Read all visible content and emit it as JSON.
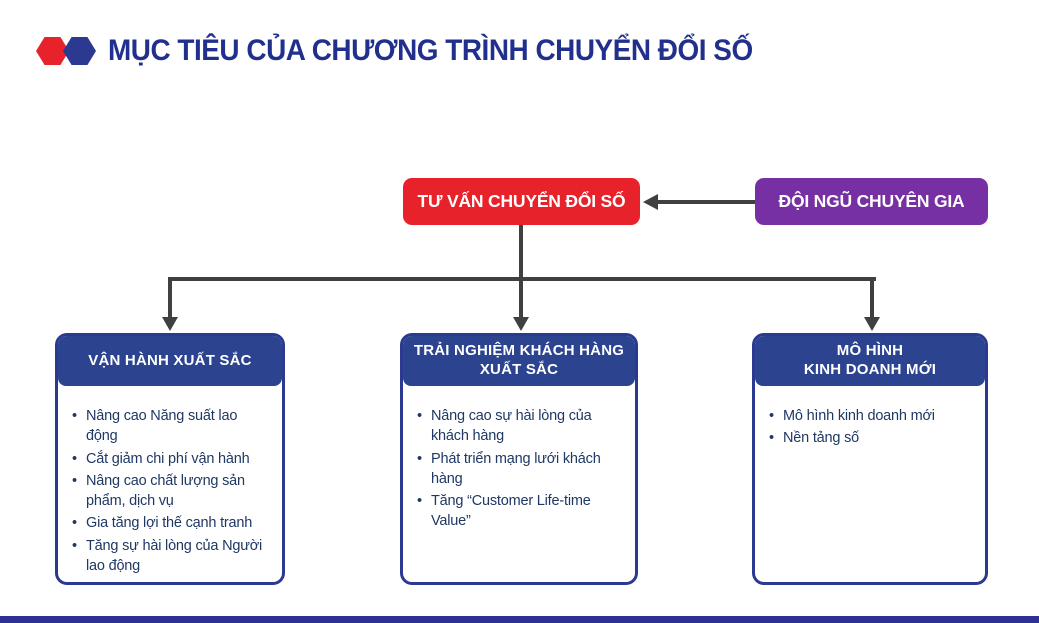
{
  "title": {
    "text": "MỤC TIÊU CỦA CHƯƠNG TRÌNH CHUYỂN ĐỔI SỐ"
  },
  "icons": {
    "red_hexagon": "hexagon-shape",
    "blue_hexagon": "hexagon-shape"
  },
  "top_boxes": {
    "consulting": "TƯ VẤN CHUYỂN ĐỔI SỐ",
    "experts": "ĐỘI NGŨ CHUYÊN GIA"
  },
  "columns": [
    {
      "title": "VẬN HÀNH XUẤT SẮC",
      "bullets": [
        "Nâng cao Năng suất lao động",
        "Cắt giảm chi phí vận hành",
        "Nâng cao chất lượng sản phẩm, dịch vụ",
        "Gia tăng lợi thế cạnh tranh",
        "Tăng sự hài lòng của Người lao động"
      ]
    },
    {
      "title": "TRẢI NGHIỆM KHÁCH HÀNG\nXUẤT SẮC",
      "bullets": [
        "Nâng cao sự hài lòng của khách hàng",
        "Phát triển mạng lưới khách hàng",
        "Tăng “Customer Life-time Value”"
      ]
    },
    {
      "title": "MÔ HÌNH\nKINH DOANH MỚI",
      "bullets": [
        "Mô hình kinh doanh mới",
        "Nền tảng số"
      ]
    }
  ],
  "colors": {
    "title_blue": "#21308C",
    "red": "#E8222A",
    "purple": "#7630A3",
    "header_navy": "#2C4390",
    "border_navy": "#2B3990",
    "bullet_text": "#1F3864",
    "connector_gray": "#404040",
    "bottom_bar": "#2E3192"
  }
}
